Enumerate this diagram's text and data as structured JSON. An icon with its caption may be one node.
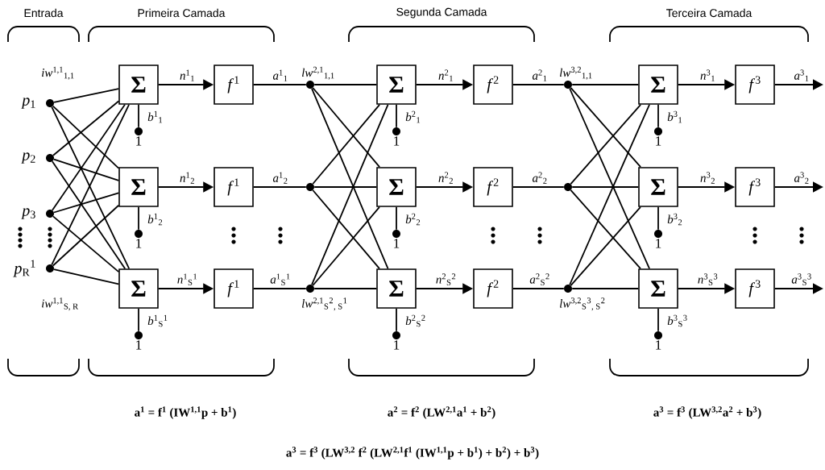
{
  "diagram": {
    "nodes": [
      {
        "text": [],
        "shape": "circle",
        "beside": [
          "*p*$_{1}$"
        ]
      },
      {
        "text": [],
        "shape": "circle",
        "beside": [
          "*p*$_{2}$"
        ]
      },
      {
        "text": [],
        "shape": "circle",
        "beside": [
          "*p*$_{3}$"
        ]
      },
      {
        "text": [],
        "shape": "circle",
        "beside": [
          "*p*$_{R}$$^{1}$"
        ]
      },
      {
        "text": [
          "Σ"
        ]
      },
      {
        "text": [
          "Σ"
        ]
      },
      {
        "text": [
          "Σ"
        ]
      },
      {
        "text": [],
        "shape": "circle",
        "beside": [
          "1"
        ]
      },
      {
        "text": [],
        "shape": "circle",
        "beside": [
          "1"
        ]
      },
      {
        "text": [],
        "shape": "circle",
        "beside": [
          "1"
        ]
      },
      {
        "text": [
          "*f*$^{1}$"
        ]
      },
      {
        "text": [
          "*f*$^{1}$"
        ]
      },
      {
        "text": [
          "*f*$^{1}$"
        ]
      },
      {
        "text": [],
        "shape": "circle"
      },
      {
        "text": [],
        "shape": "circle"
      },
      {
        "text": [],
        "shape": "circle"
      },
      {
        "text": [
          "Σ"
        ]
      },
      {
        "text": [
          "Σ"
        ]
      },
      {
        "text": [
          "Σ"
        ]
      },
      {
        "text": [],
        "shape": "circle",
        "beside": [
          "1"
        ]
      },
      {
        "text": [],
        "shape": "circle",
        "beside": [
          "1"
        ]
      },
      {
        "text": [],
        "shape": "circle",
        "beside": [
          "1"
        ]
      },
      {
        "text": [
          "*f*$^{2}$"
        ]
      },
      {
        "text": [
          "*f*$^{2}$"
        ]
      },
      {
        "text": [
          "*f*$^{2}$"
        ]
      },
      {
        "text": [],
        "shape": "circle"
      },
      {
        "text": [],
        "shape": "circle"
      },
      {
        "text": [],
        "shape": "circle"
      },
      {
        "text": [
          "Σ"
        ]
      },
      {
        "text": [
          "Σ"
        ]
      },
      {
        "text": [
          "Σ"
        ]
      },
      {
        "text": [],
        "shape": "circle",
        "beside": [
          "1"
        ]
      },
      {
        "text": [],
        "shape": "circle",
        "beside": [
          "1"
        ]
      },
      {
        "text": [],
        "shape": "circle",
        "beside": [
          "1"
        ]
      },
      {
        "text": [
          "*f*$^{3}$"
        ]
      },
      {
        "text": [
          "*f*$^{3}$"
        ]
      },
      {
        "text": [
          "*f*$^{3}$"
        ]
      }
    ],
    "edges": [
      {
        "from": 0,
        "to": 4,
        "arrow": "none",
        "label": "*iw*$^{1,1}$$_{1,1}$"
      },
      {
        "from": 0,
        "to": 5,
        "arrow": "none"
      },
      {
        "from": 0,
        "to": 6,
        "arrow": "none"
      },
      {
        "from": 1,
        "to": 4,
        "arrow": "none"
      },
      {
        "from": 1,
        "to": 5,
        "arrow": "none"
      },
      {
        "from": 1,
        "to": 6,
        "arrow": "none"
      },
      {
        "from": 2,
        "to": 4,
        "arrow": "none"
      },
      {
        "from": 2,
        "to": 5,
        "arrow": "none"
      },
      {
        "from": 2,
        "to": 6,
        "arrow": "none"
      },
      {
        "from": 3,
        "to": 4,
        "arrow": "none"
      },
      {
        "from": 3,
        "to": 5,
        "arrow": "none"
      },
      {
        "from": 3,
        "to": 6,
        "arrow": "none",
        "label": "*iw*$^{1,1}$$_{S, R}$"
      },
      {
        "from": 7,
        "to": 4,
        "arrow": "none",
        "label": "*b*$^{1}$$_{1}$"
      },
      {
        "from": 8,
        "to": 5,
        "arrow": "none",
        "label": "*b*$^{1}$$_{2}$"
      },
      {
        "from": 9,
        "to": 6,
        "arrow": "none",
        "label": "*b*$^{1}$$_{S}$$^{1}$"
      },
      {
        "from": 4,
        "to": 10,
        "arrow": "to",
        "label": "*n*$^{1}$$_{1}$"
      },
      {
        "from": 5,
        "to": 11,
        "arrow": "to",
        "label": "*n*$^{1}$$_{2}$"
      },
      {
        "from": 6,
        "to": 12,
        "arrow": "to",
        "label": "*n*$^{1}$$_{S}$$^{1}$"
      },
      {
        "from": 10,
        "to": 13,
        "arrow": "none",
        "label": "*a*$^{1}$$_{1}$"
      },
      {
        "from": 11,
        "to": 14,
        "arrow": "none",
        "label": "*a*$^{1}$$_{2}$"
      },
      {
        "from": 12,
        "to": 15,
        "arrow": "none",
        "label": "*a*$^{1}$$_{S}$$^{1}$"
      },
      {
        "from": 13,
        "to": 16,
        "arrow": "none",
        "label": "*lw*$^{2,1}$$_{1,1}$"
      },
      {
        "from": 13,
        "to": 17,
        "arrow": "none"
      },
      {
        "from": 13,
        "to": 18,
        "arrow": "none"
      },
      {
        "from": 14,
        "to": 16,
        "arrow": "none"
      },
      {
        "from": 14,
        "to": 17,
        "arrow": "none"
      },
      {
        "from": 14,
        "to": 18,
        "arrow": "none"
      },
      {
        "from": 15,
        "to": 16,
        "arrow": "none"
      },
      {
        "from": 15,
        "to": 17,
        "arrow": "none"
      },
      {
        "from": 15,
        "to": 18,
        "arrow": "none",
        "label": "*lw*$^{2,1}$$_{S}$$^{2}$$_{, S}$$^{1}$"
      },
      {
        "from": 19,
        "to": 16,
        "arrow": "none",
        "label": "*b*$^{2}$$_{1}$"
      },
      {
        "from": 20,
        "to": 17,
        "arrow": "none",
        "label": "*b*$^{2}$$_{2}$"
      },
      {
        "from": 21,
        "to": 18,
        "arrow": "none",
        "label": "*b*$^{2}$$_{S}$$^{2}$"
      },
      {
        "from": 16,
        "to": 22,
        "arrow": "to",
        "label": "*n*$^{2}$$_{1}$"
      },
      {
        "from": 17,
        "to": 23,
        "arrow": "to",
        "label": "*n*$^{2}$$_{2}$"
      },
      {
        "from": 18,
        "to": 24,
        "arrow": "to",
        "label": "*n*$^{2}$$_{S}$$^{2}$"
      },
      {
        "from": 22,
        "to": 25,
        "arrow": "none",
        "label": "*a*$^{2}$$_{1}$"
      },
      {
        "from": 23,
        "to": 26,
        "arrow": "none",
        "label": "*a*$^{2}$$_{2}$"
      },
      {
        "from": 24,
        "to": 27,
        "arrow": "none",
        "label": "*a*$^{2}$$_{S}$$^{2}$"
      },
      {
        "from": 25,
        "to": 28,
        "arrow": "none",
        "label": "*lw*$^{3,2}$$_{1,1}$"
      },
      {
        "from": 25,
        "to": 29,
        "arrow": "none"
      },
      {
        "from": 25,
        "to": 30,
        "arrow": "none"
      },
      {
        "from": 26,
        "to": 28,
        "arrow": "none"
      },
      {
        "from": 26,
        "to": 29,
        "arrow": "none"
      },
      {
        "from": 26,
        "to": 30,
        "arrow": "none"
      },
      {
        "from": 27,
        "to": 28,
        "arrow": "none"
      },
      {
        "from": 27,
        "to": 29,
        "arrow": "none"
      },
      {
        "from": 27,
        "to": 30,
        "arrow": "none",
        "label": "*lw*$^{3,2}$$_{S}$$^{3}$$_{, S}$$^{2}$"
      },
      {
        "from": 31,
        "to": 28,
        "arrow": "none",
        "label": "*b*$^{3}$$_{1}$"
      },
      {
        "from": 32,
        "to": 29,
        "arrow": "none",
        "label": "*b*$^{3}$$_{2}$"
      },
      {
        "from": 33,
        "to": 30,
        "arrow": "none",
        "label": "*b*$^{3}$$_{S}$$^{3}$"
      },
      {
        "from": 28,
        "to": 34,
        "arrow": "to",
        "label": "*n*$^{3}$$_{1}$"
      },
      {
        "from": 29,
        "to": 35,
        "arrow": "to",
        "label": "*n*$^{3}$$_{2}$"
      },
      {
        "from": 30,
        "to": 36,
        "arrow": "to",
        "label": "*n*$^{3}$$_{S}$$^{3}$"
      },
      {
        "from": 34,
        "to": null,
        "arrow": "to",
        "label": "*a*$^{3}$$_{1}$"
      },
      {
        "from": 35,
        "to": null,
        "arrow": "to",
        "label": "*a*$^{3}$$_{2}$"
      },
      {
        "from": 36,
        "to": null,
        "arrow": "to",
        "label": "*a*$^{3}$$_{S}$$^{3}$"
      }
    ],
    "labels": [
      "Entrada",
      "Primeira Camada",
      "Segunda Camada",
      "Terceira Camada",
      "a$^{1}$ = f$^{1}$ (IW$^{1,1}$p + b$^{1}$)",
      "a$^{2}$ = f$^{2}$ (LW$^{2,1}$a$^{1}$ + b$^{2}$)",
      "a$^{3}$ = f$^{3}$ (LW$^{3,2}$a$^{2}$ + b$^{3}$)",
      "a$^{3}$ = f$^{3}$ (LW$^{3,2}$ f$^{2}$ (LW$^{2,1}$f$^{1}$ (IW$^{1,1}$p + b$^{1}$) + b$^{2}$) + b$^{3}$)"
    ]
  }
}
